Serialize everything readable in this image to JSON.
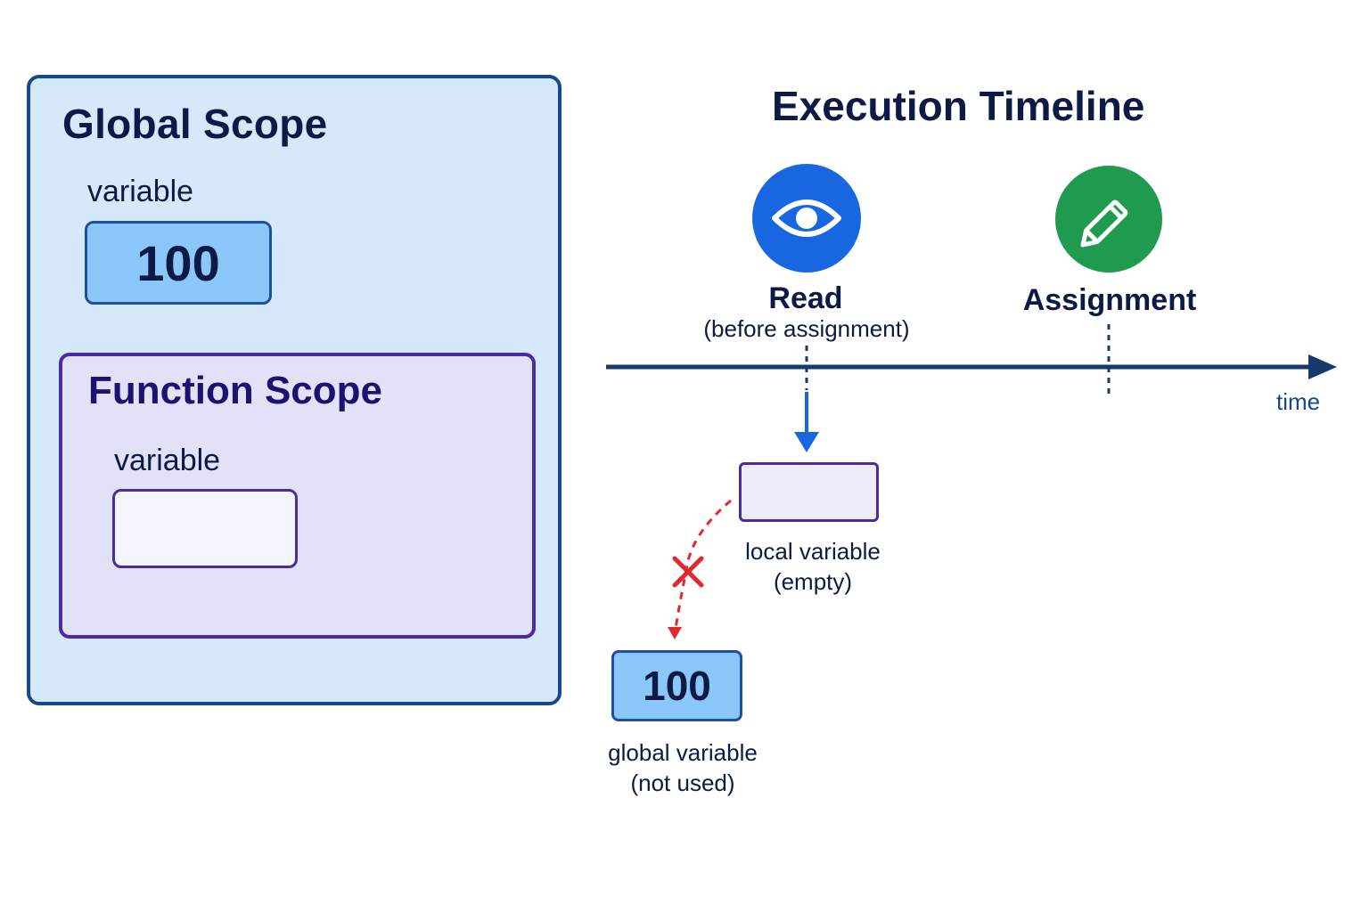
{
  "global_scope": {
    "title": "Global Scope",
    "variable_label": "variable",
    "variable_value": "100"
  },
  "function_scope": {
    "title": "Function Scope",
    "variable_label": "variable",
    "variable_value": ""
  },
  "timeline": {
    "title": "Execution Timeline",
    "axis_label": "time",
    "events": [
      {
        "label": "Read",
        "sublabel": "(before assignment)",
        "icon": "eye-icon",
        "color": "#1967e0"
      },
      {
        "label": "Assignment",
        "sublabel": "",
        "icon": "pencil-icon",
        "color": "#1f9a4e"
      }
    ]
  },
  "local_variable": {
    "line1": "local variable",
    "line2": "(empty)"
  },
  "global_variable_lookup": {
    "value": "100",
    "line1": "global variable",
    "line2": "(not used)",
    "blocked_marker": "x-mark-icon"
  },
  "colors": {
    "global_fill": "#d6e9fb",
    "global_border": "#17478c",
    "function_fill": "#e1e1f8",
    "function_border": "#4b2aa6",
    "value_fill": "#8cc7fa",
    "timeline_axis": "#153a6e",
    "read_arrow": "#1967e0",
    "blocked_path": "#e0282e"
  }
}
